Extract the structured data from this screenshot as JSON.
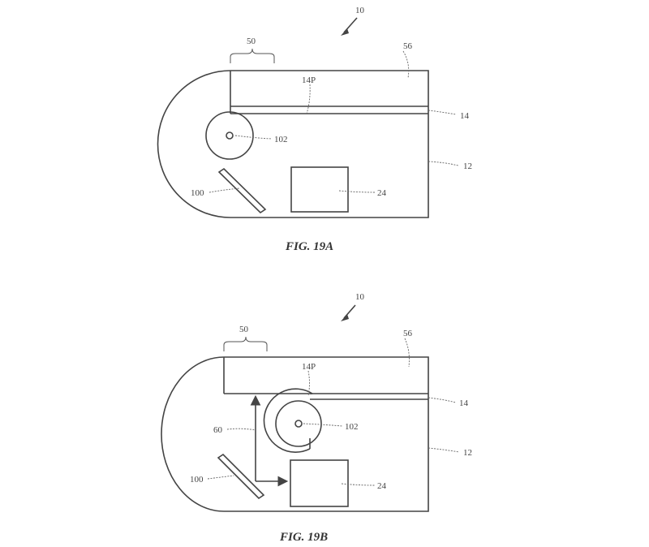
{
  "fig_a": {
    "caption": "FIG. 19A",
    "labels": {
      "device": "10",
      "region": "50",
      "layer": "56",
      "portion": "14P",
      "display": "14",
      "housing": "12",
      "roller": "102",
      "mirror": "100",
      "component": "24"
    }
  },
  "fig_b": {
    "caption": "FIG. 19B",
    "labels": {
      "device": "10",
      "region": "50",
      "layer": "56",
      "portion": "14P",
      "display": "14",
      "housing": "12",
      "path": "60",
      "roller": "102",
      "mirror": "100",
      "component": "24"
    }
  }
}
